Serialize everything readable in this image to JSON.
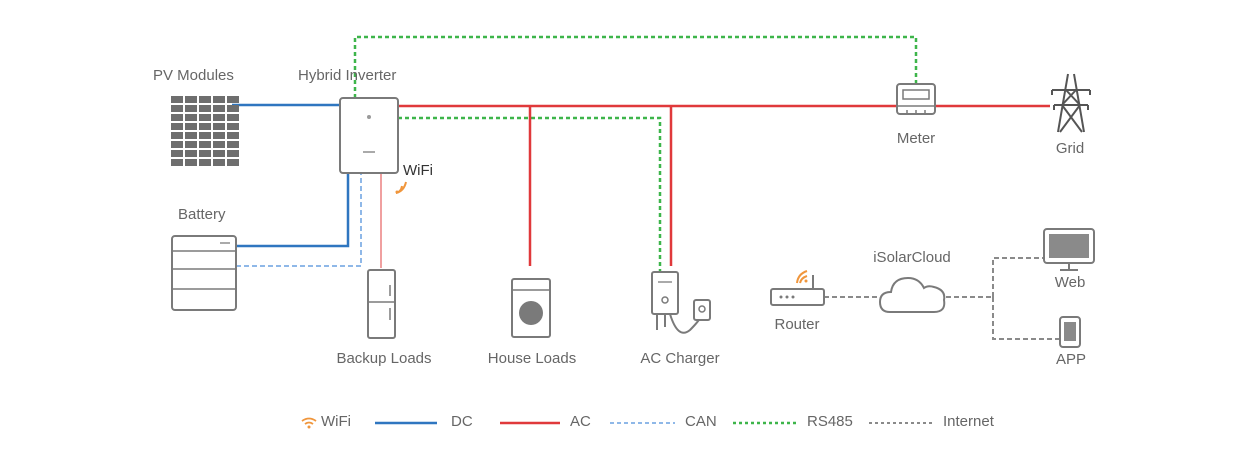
{
  "labels": {
    "pv_modules": "PV Modules",
    "hybrid_inverter": "Hybrid Inverter",
    "wifi": "WiFi",
    "meter": "Meter",
    "grid": "Grid",
    "battery": "Battery",
    "backup_loads": "Backup Loads",
    "house_loads": "House Loads",
    "ac_charger": "AC Charger",
    "router": "Router",
    "isolarcloud": "iSolarCloud",
    "web": "Web",
    "app": "APP"
  },
  "legend": {
    "wifi": "WiFi",
    "dc": "DC",
    "ac": "AC",
    "can": "CAN",
    "rs485": "RS485",
    "internet": "Internet"
  },
  "colors": {
    "dc": "#2f76c0",
    "ac": "#e0393b",
    "can": "#8fb8e8",
    "rs485": "#3db54a",
    "internet": "#8a8a8a",
    "wifi": "#f0963c",
    "device": "#7a7a7a",
    "label": "#666666"
  }
}
